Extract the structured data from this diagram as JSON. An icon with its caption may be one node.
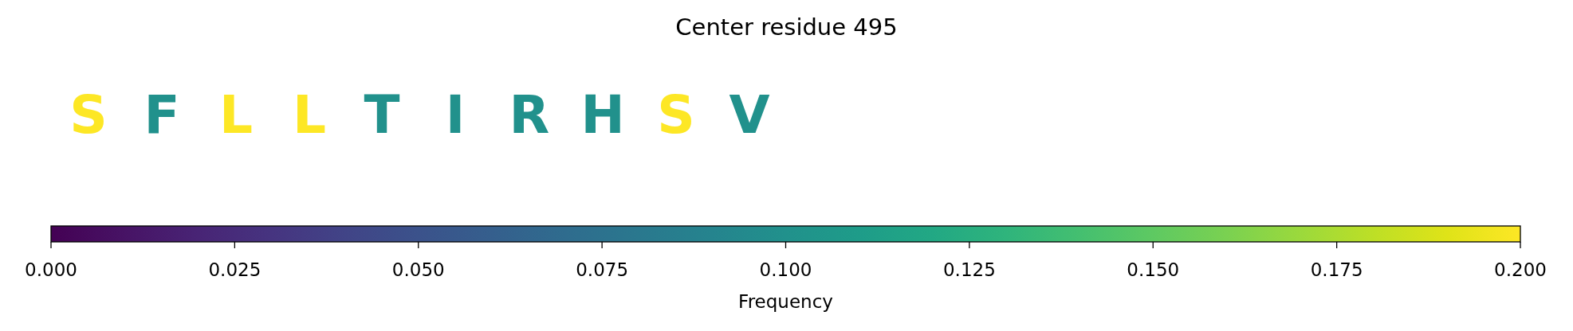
{
  "diagram": {
    "title": "Center residue 495",
    "labels": [
      "S",
      "F",
      "L",
      "L",
      "T",
      "I",
      "R",
      "H",
      "S",
      "V",
      "0.000",
      "0.025",
      "0.050",
      "0.075",
      "0.100",
      "0.125",
      "0.150",
      "0.175",
      "0.200",
      "Frequency"
    ]
  }
}
